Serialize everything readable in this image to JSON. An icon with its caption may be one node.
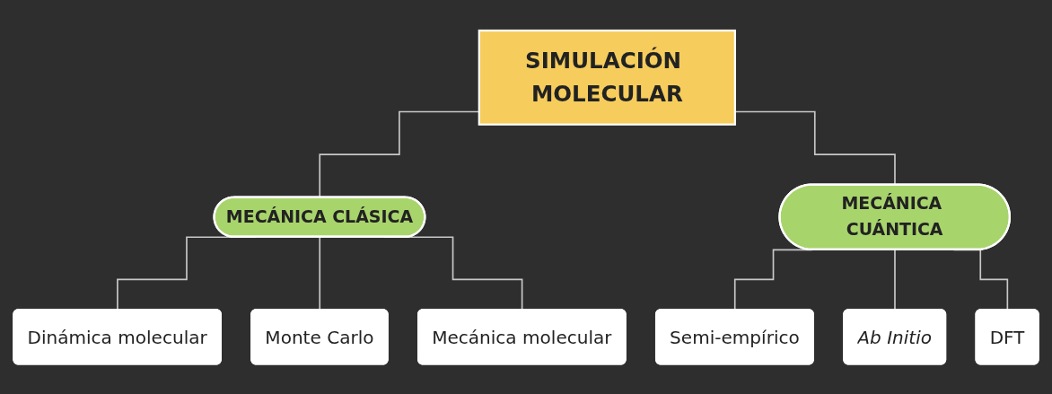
{
  "diagram": {
    "nodes": [
      {
        "text": [
          "SIMULACIÓN MOLECULAR"
        ]
      },
      {
        "text": [
          "MECÁNICA CLÁSICA"
        ]
      },
      {
        "text": [
          "MECÁNICA CUÁNTICA"
        ]
      },
      {
        "text": [
          "Dinámica molecular"
        ]
      },
      {
        "text": [
          "Monte Carlo"
        ]
      },
      {
        "text": [
          "Mecánica molecular"
        ]
      },
      {
        "text": [
          "Semi-empírico"
        ]
      },
      {
        "text": [
          "Ab Initio"
        ]
      },
      {
        "text": [
          "DFT"
        ]
      }
    ],
    "edges": [
      {
        "from": 0,
        "to": 1,
        "arrow": "none"
      },
      {
        "from": 0,
        "to": 2,
        "arrow": "none"
      },
      {
        "from": 1,
        "to": 3,
        "arrow": "none"
      },
      {
        "from": 1,
        "to": 4,
        "arrow": "none"
      },
      {
        "from": 1,
        "to": 5,
        "arrow": "none"
      },
      {
        "from": 2,
        "to": 6,
        "arrow": "none"
      },
      {
        "from": 2,
        "to": 7,
        "arrow": "none"
      },
      {
        "from": 2,
        "to": 8,
        "arrow": "none"
      }
    ]
  }
}
